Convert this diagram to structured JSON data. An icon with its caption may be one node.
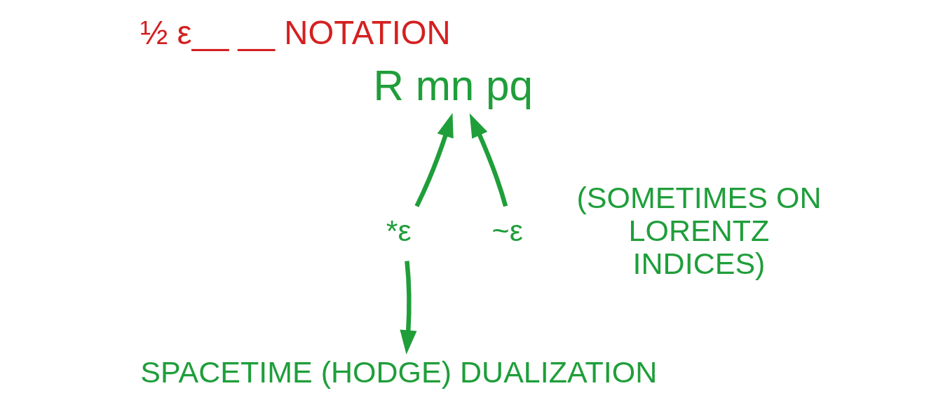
{
  "diagram": {
    "title": "½ ε__ __ NOTATION",
    "nodes": [
      {
        "text": [
          "R mn pq"
        ]
      },
      {
        "text": [
          "*ε"
        ]
      },
      {
        "text": [
          "~ε"
        ],
        "beside": [
          "(SOMETIMES ON LORENTZ INDICES)"
        ]
      },
      {
        "text": [
          "SPACETIME (HODGE) DUALIZATION"
        ]
      }
    ],
    "edges": [
      {
        "from": 1,
        "to": 0,
        "arrow": "to"
      },
      {
        "from": 2,
        "to": 0,
        "arrow": "to"
      },
      {
        "from": 1,
        "to": 3,
        "arrow": "to"
      }
    ]
  }
}
